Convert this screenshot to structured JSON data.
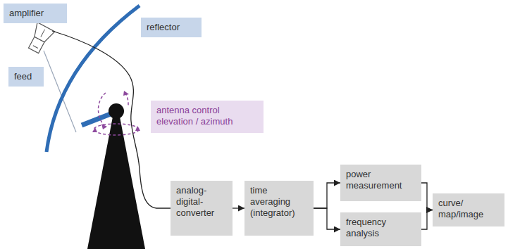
{
  "diagram": {
    "nodes": [
      {
        "text": [
          "amplifier"
        ]
      },
      {
        "text": [
          "reflector"
        ]
      },
      {
        "text": [
          "feed"
        ]
      },
      {
        "text": [
          "antenna control elevation / azimuth"
        ]
      },
      {
        "text": [
          "analog- digital- converter"
        ]
      },
      {
        "text": [
          "time averaging (integrator)"
        ]
      },
      {
        "text": [
          "power measurement"
        ]
      },
      {
        "text": [
          "frequency analysis"
        ]
      },
      {
        "text": [
          "curve/ map/image"
        ]
      }
    ],
    "edges": [
      {
        "from": 4,
        "to": 5,
        "arrow": "to"
      },
      {
        "from": 5,
        "to": 6,
        "arrow": "to"
      },
      {
        "from": 5,
        "to": 7,
        "arrow": "to"
      },
      {
        "from": 6,
        "to": 8,
        "arrow": "to"
      },
      {
        "from": 7,
        "to": 8,
        "arrow": "to"
      }
    ]
  }
}
